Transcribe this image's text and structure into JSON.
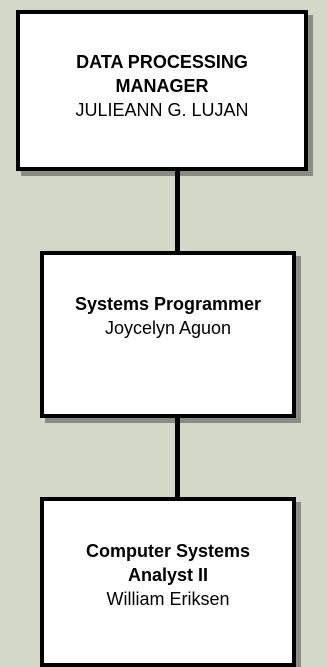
{
  "org_chart": {
    "nodes": [
      {
        "title": "DATA PROCESSING MANAGER",
        "name": "JULIEANN G. LUJAN"
      },
      {
        "title": "Systems Programmer",
        "name": "Joycelyn Aguon"
      },
      {
        "title": "Computer Systems Analyst II",
        "name": "William Eriksen"
      }
    ]
  },
  "colors": {
    "background": "#d3d8c8",
    "box_fill": "#ffffff",
    "border": "#000000"
  }
}
